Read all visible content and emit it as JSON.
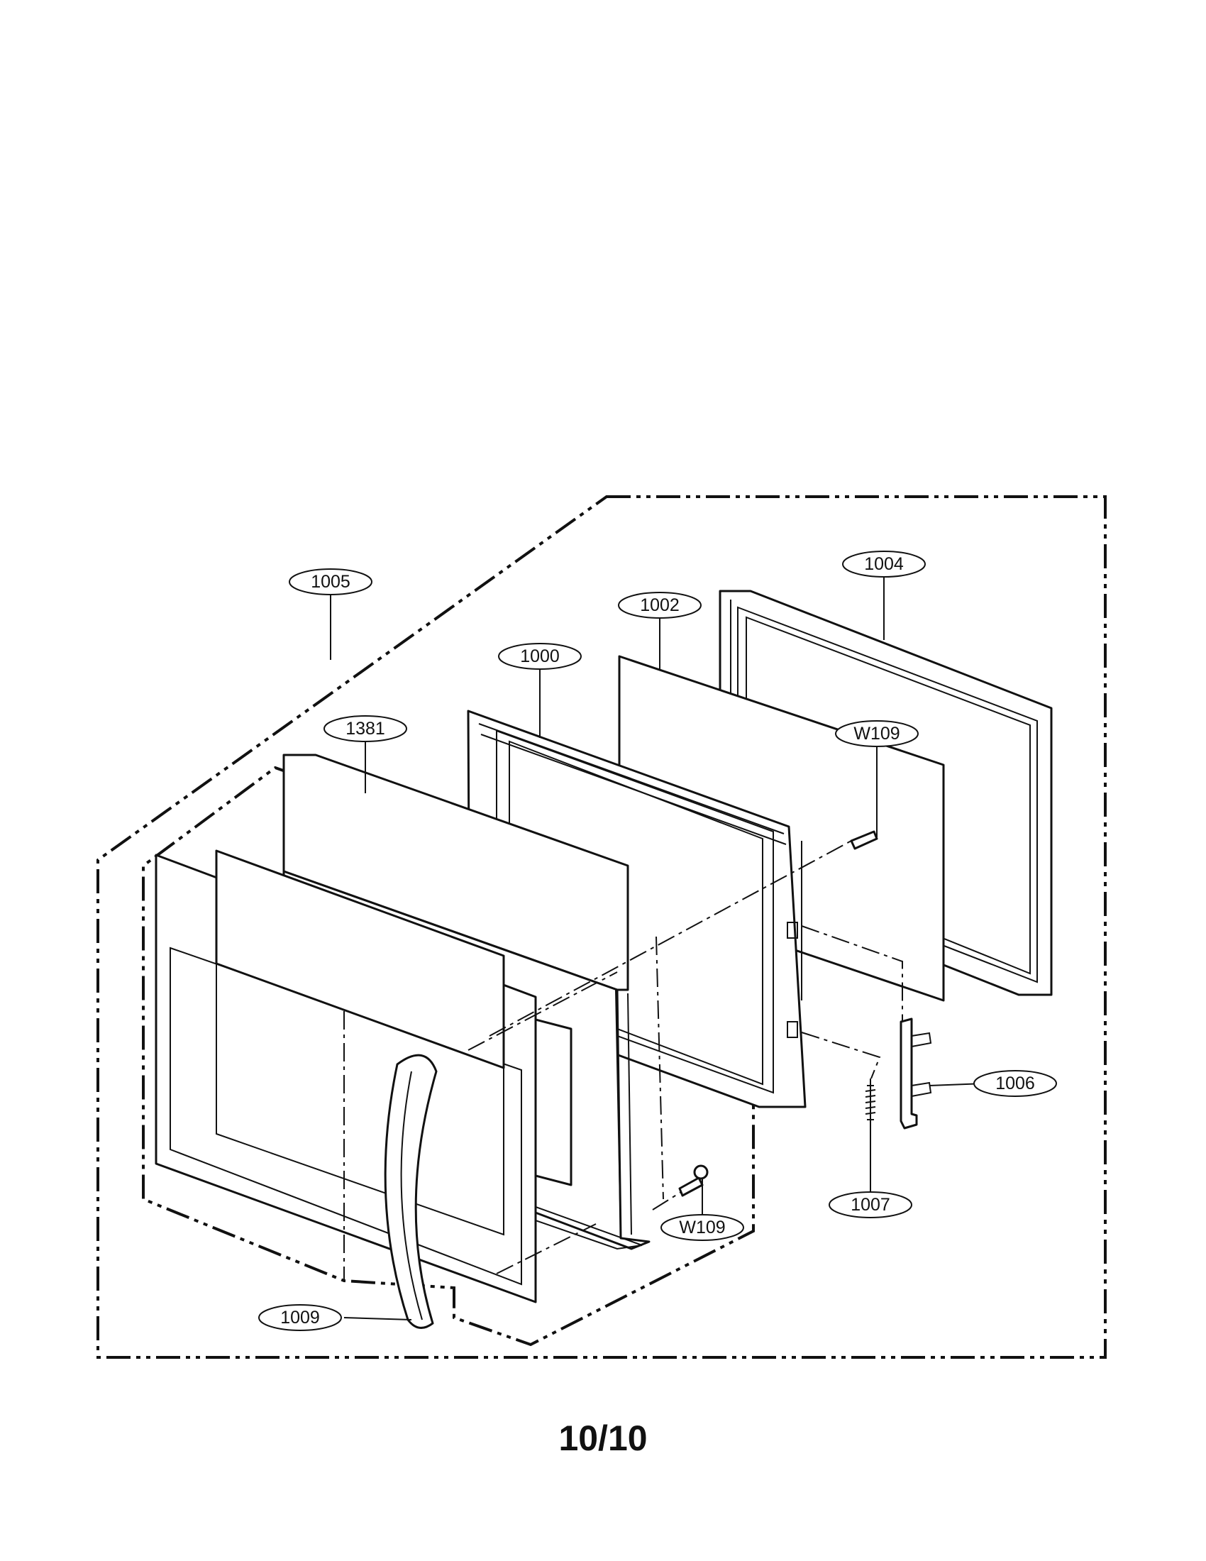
{
  "page_label": "10/10",
  "callouts": [
    {
      "id": "1005",
      "label": "1005"
    },
    {
      "id": "1004",
      "label": "1004"
    },
    {
      "id": "1002",
      "label": "1002"
    },
    {
      "id": "1000",
      "label": "1000"
    },
    {
      "id": "1381",
      "label": "1381"
    },
    {
      "id": "W109-top",
      "label": "W109"
    },
    {
      "id": "1006",
      "label": "1006"
    },
    {
      "id": "1007",
      "label": "1007"
    },
    {
      "id": "W109-bottom",
      "label": "W109"
    },
    {
      "id": "1009",
      "label": "1009"
    }
  ]
}
